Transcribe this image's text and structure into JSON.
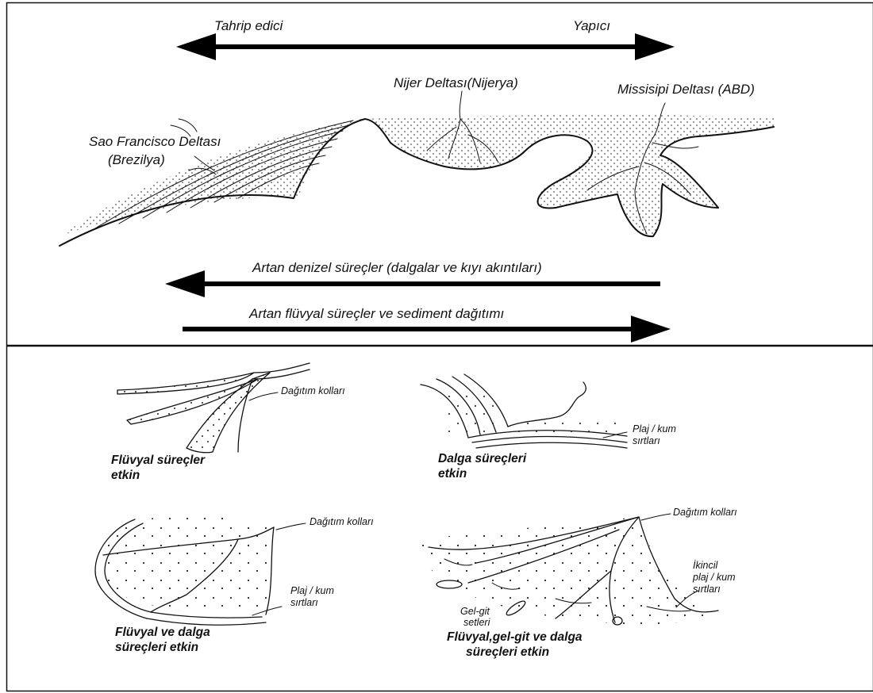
{
  "top": {
    "arrow_destructive_label": "Tahrip edici",
    "arrow_constructive_label": "Yapıcı",
    "delta_sao_francisco_line1": "Sao Francisco Deltası",
    "delta_sao_francisco_line2": "(Brezilya)",
    "delta_niger": "Nijer Deltası(Nijerya)",
    "delta_mississippi": "Missisipi Deltası (ABD)",
    "arrow_marine_label": "Artan denizel süreçler (dalgalar ve kıyı akıntıları)",
    "arrow_fluvial_label": "Artan flüvyal süreçler ve sediment dağıtımı"
  },
  "bottom": {
    "panel1": {
      "annotation": "Dağıtım kolları",
      "caption_line1": "Flüvyal süreçler",
      "caption_line2": "etkin"
    },
    "panel2": {
      "annotation_line1": "Plaj / kum",
      "annotation_line2": "sırtları",
      "caption_line1": "Dalga süreçleri",
      "caption_line2": "etkin"
    },
    "panel3": {
      "annotation_top": "Dağıtım kolları",
      "annotation_line1": "Plaj / kum",
      "annotation_line2": "sırtları",
      "caption_line1": "Flüvyal ve dalga",
      "caption_line2": "süreçleri etkin"
    },
    "panel4": {
      "annotation_top": "Dağıtım kolları",
      "annotation_right_line1": "İkincil",
      "annotation_right_line2": "plaj / kum",
      "annotation_right_line3": "sırtları",
      "annotation_left_line1": "Gel-git",
      "annotation_left_line2": "setleri",
      "caption_line1": "Flüvyal,gel-git ve dalga",
      "caption_line2": "süreçleri etkin"
    }
  }
}
